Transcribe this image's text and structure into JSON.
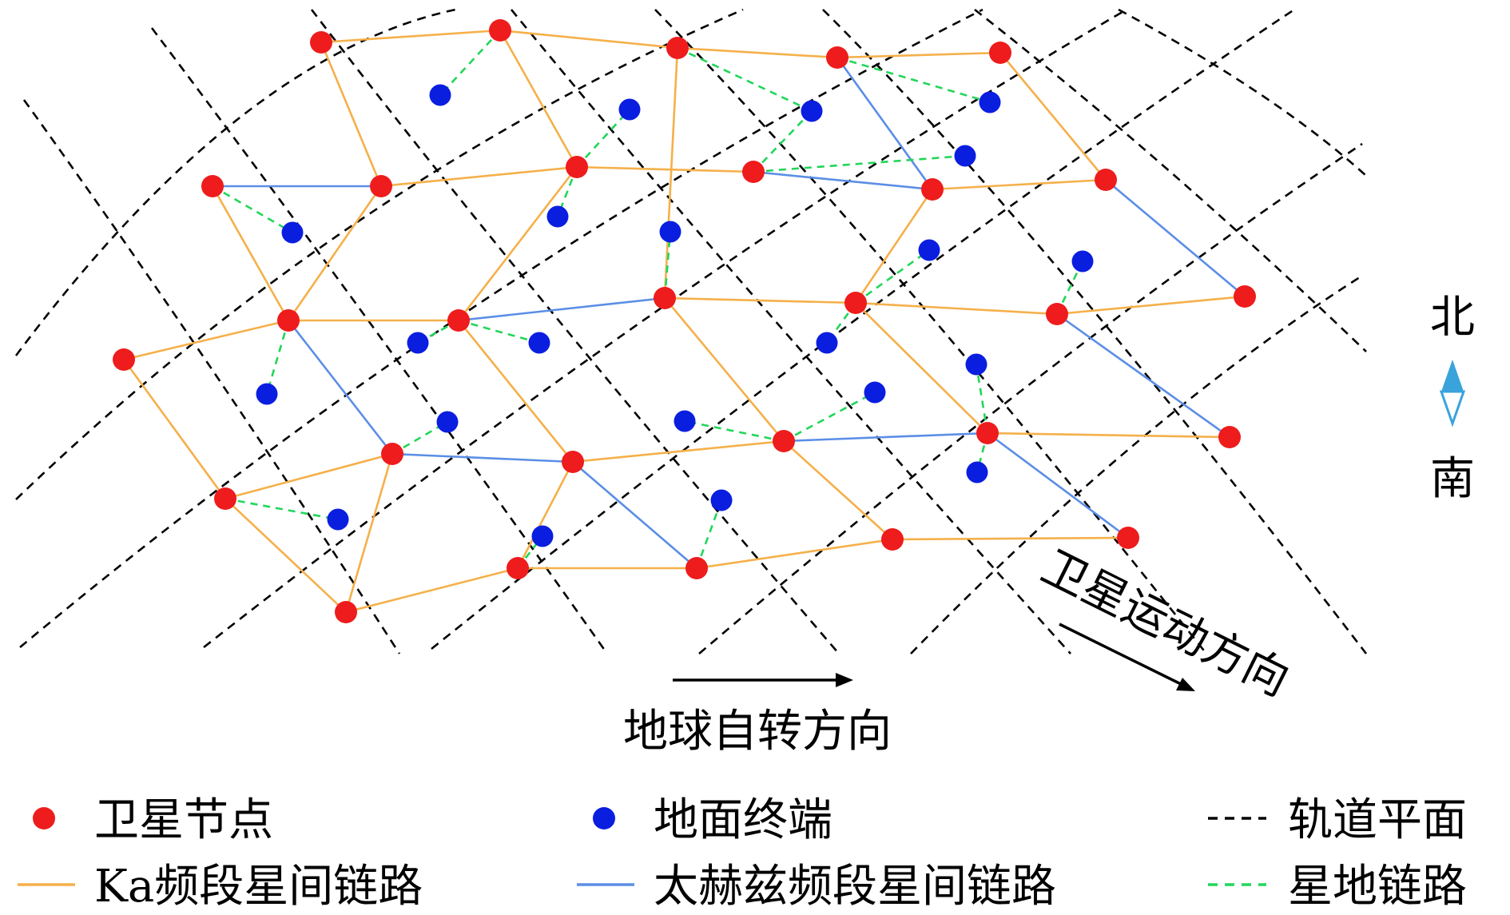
{
  "compass": {
    "north": "北",
    "south": "南",
    "arrow_color": "#3aa3dc"
  },
  "labels": {
    "earth_rotation": "地球自转方向",
    "satellite_motion": "卫星运动方向"
  },
  "legend": [
    {
      "key": "satellite",
      "symbol": "red-dot",
      "label": "卫星节点"
    },
    {
      "key": "terminal",
      "symbol": "blue-dot",
      "label": "地面终端"
    },
    {
      "key": "orbit",
      "symbol": "black-dashed",
      "label": "轨道平面"
    },
    {
      "key": "ka",
      "symbol": "orange-line",
      "label": "Ka频段星间链路"
    },
    {
      "key": "thz",
      "symbol": "blue-line",
      "label": "太赫兹频段星间链路"
    },
    {
      "key": "sgl",
      "symbol": "green-dashed",
      "label": "星地链路"
    }
  ],
  "colors": {
    "satellite": "#ee1c1c",
    "terminal": "#0a1ee0",
    "ka_link": "#f5b04a",
    "thz_link": "#5b8ee6",
    "ground_link": "#22d659",
    "orbit": "#000000"
  }
}
